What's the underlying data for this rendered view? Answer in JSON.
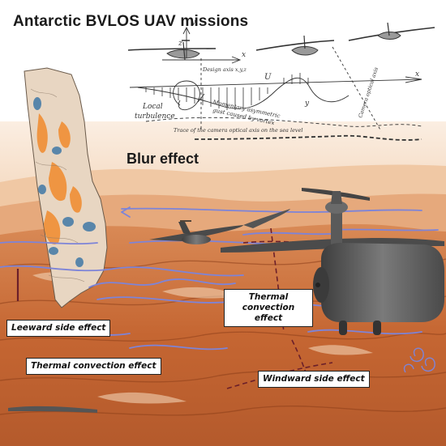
{
  "title": "Antarctic BVLOS UAV missions",
  "blur_label": "Blur effect",
  "sketch": {
    "axis_y": "y",
    "axis_x": "x",
    "axis_x2": "x",
    "axis_y2": "y",
    "axis_z": "z",
    "label_u": "U",
    "design_axis": "Design axis x,y,z",
    "local_turbulence_1": "Local",
    "local_turbulence_2": "turbulence",
    "gust_1": "Momentary asymmetric",
    "gust_2": "gust caused by vortex",
    "camera_axis": "Camera optical axis",
    "trace": "Trace of the camera optical axis on the sea level"
  },
  "callouts": {
    "leeward": "Leeward side effect",
    "thermal_lower": "Thermal convection effect",
    "thermal_upper": "Thermal convection effect",
    "windward": "Windward side effect"
  },
  "colors": {
    "sky": "#f6e2cf",
    "terrain": "#c96a38",
    "terrain_dark": "#9c4a22",
    "airflow": "#7d84d8",
    "map_ice": "#e8d6c2",
    "map_orange": "#f08a2c",
    "map_blue": "#3f78a6",
    "uav_body": "#5a5a5a"
  }
}
